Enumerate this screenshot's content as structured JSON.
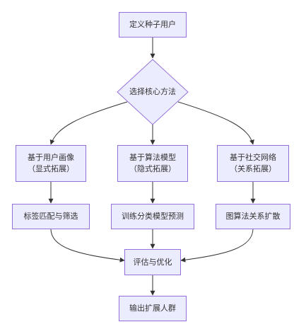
{
  "nodes": {
    "seed": {
      "label": "定义种子用户"
    },
    "method": {
      "label": "选择核心方法"
    },
    "profile": {
      "line1": "基于用户画像",
      "line2": "（显式拓展）"
    },
    "algo": {
      "line1": "基于算法模型",
      "line2": "（隐式拓展）"
    },
    "social": {
      "line1": "基于社交网络",
      "line2": "（关系拓展）"
    },
    "tag": {
      "label": "标签匹配与筛选"
    },
    "train": {
      "label": "训练分类模型预测"
    },
    "graph": {
      "label": "图算法关系扩散"
    },
    "eval": {
      "label": "评估与优化"
    },
    "output": {
      "label": "输出扩展人群"
    }
  },
  "colors": {
    "node_fill": "#ECECFF",
    "node_border": "#9370DB",
    "edge": "#333333",
    "text": "#333333"
  }
}
